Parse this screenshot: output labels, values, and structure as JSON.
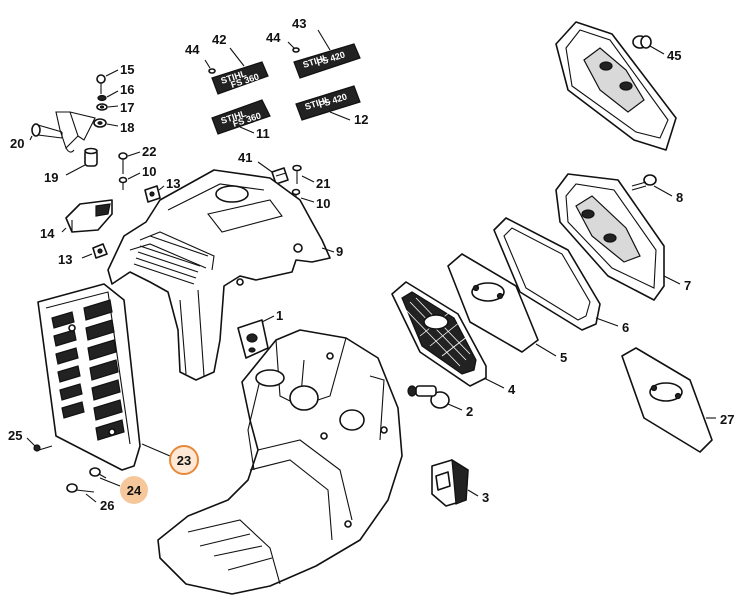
{
  "callouts": {
    "c1": "1",
    "c2": "2",
    "c3": "3",
    "c4": "4",
    "c5": "5",
    "c6": "6",
    "c7": "7",
    "c8": "8",
    "c9": "9",
    "c10a": "10",
    "c10b": "10",
    "c11": "11",
    "c12": "12",
    "c13a": "13",
    "c13b": "13",
    "c14": "14",
    "c15": "15",
    "c16": "16",
    "c17": "17",
    "c18": "18",
    "c19": "19",
    "c20": "20",
    "c21": "21",
    "c22": "22",
    "c23": "23",
    "c24": "24",
    "c25": "25",
    "c26": "26",
    "c27": "27",
    "c41": "41",
    "c42": "42",
    "c43": "43",
    "c44a": "44",
    "c44b": "44",
    "c45": "45"
  },
  "plates": {
    "plate42_brand": "STIHL",
    "plate42_model": "FS 360",
    "plate43_brand": "STIHL",
    "plate43_model": "FS 420",
    "plate11_brand": "STIHL",
    "plate11_model": "FS 360",
    "plate12_brand": "STIHL",
    "plate12_model": "FS 420"
  },
  "highlight": {
    "fill_23": "#ffe9d6",
    "stroke_23": "#e8893a",
    "fill_24": "#f7c79c"
  }
}
